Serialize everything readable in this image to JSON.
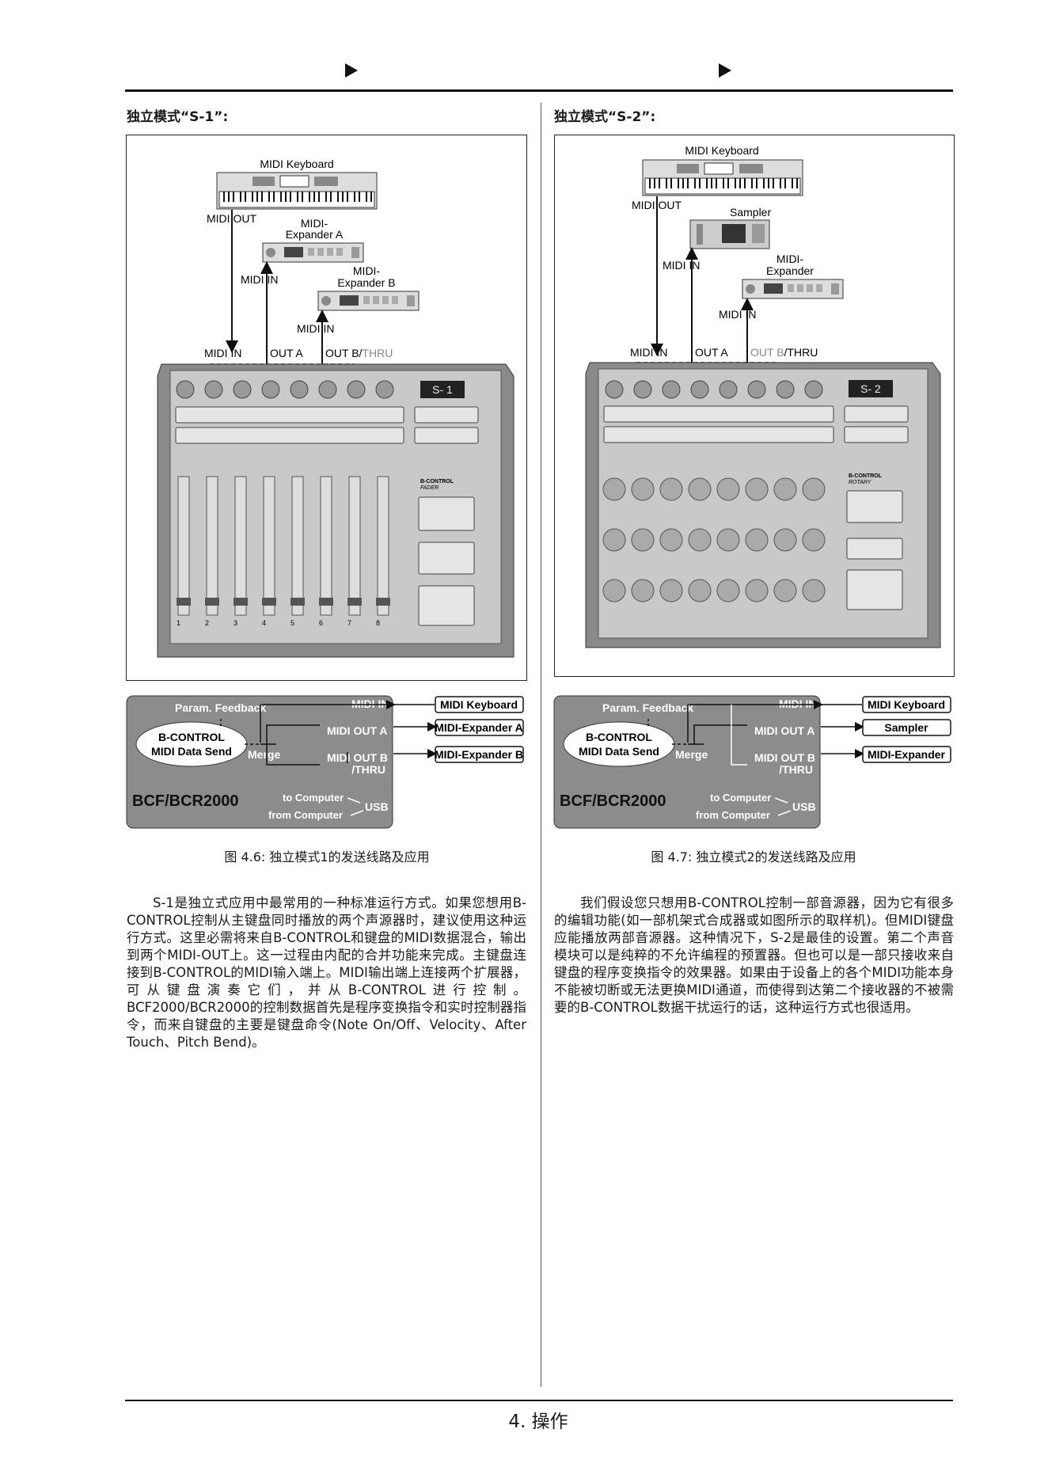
{
  "header": {
    "arrows": [
      "play-arrow",
      "play-arrow"
    ]
  },
  "left": {
    "section_title": "独立模式“S-1”:",
    "diagram": {
      "keyboard_label": "MIDI Keyboard",
      "midi_out_label": "MIDI OUT",
      "expander_a_label_1": "MIDI-",
      "expander_a_label_2": "Expander A",
      "midi_in_a_label": "MIDI IN",
      "expander_b_label_1": "MIDI-",
      "expander_b_label_2": "Expander B",
      "midi_in_b_label": "MIDI IN",
      "port_midi_in": "MIDI IN",
      "port_out_a": "OUT A",
      "port_out_b": "OUT B/",
      "port_thru": "THRU",
      "display": "S- 1",
      "model": "B-CONTROL",
      "submodel": "FADER",
      "fader_numbers": [
        "1",
        "2",
        "3",
        "4",
        "5",
        "6",
        "7",
        "8"
      ]
    },
    "routing": {
      "param_feedback": "Param. Feedback",
      "midi_in": "MIDI IN",
      "midi_out_a": "MIDI OUT A",
      "midi_out_b_1": "MIDI OUT B",
      "midi_out_b_2": "/THRU",
      "ellipse_1": "B-CONTROL",
      "ellipse_2": "MIDI Data Send",
      "merge": "Merge",
      "device": "BCF/BCR2000",
      "to_computer": "to Computer",
      "from_computer": "from Computer",
      "usb": "USB",
      "box_in": "MIDI Keyboard",
      "box_a": "MIDI-Expander A",
      "box_b": "MIDI-Expander B"
    },
    "caption": "图 4.6: 独立模式1的发送线路及应用",
    "paragraph": "S-1是独立式应用中最常用的一种标准运行方式。如果您想用B-CONTROL控制从主键盘同时播放的两个声源器时，建议使用这种运行方式。这里必需将来自B-CONTROL和键盘的MIDI数据混合，输出到两个MIDI-OUT上。这一过程由内配的合并功能来完成。主键盘连接到B-CONTROL的MIDI输入端上。MIDI输出端上连接两个扩展器，可从键盘演奏它们，并从B-CONTROL进行控制。BCF2000/BCR2000的控制数据首先是程序变换指令和实时控制器指令，而来自键盘的主要是键盘命令(Note On/Off、Velocity、After Touch、Pitch Bend)。"
  },
  "right": {
    "section_title": "独立模式“S-2”:",
    "diagram": {
      "keyboard_label": "MIDI Keyboard",
      "midi_out_label": "MIDI OUT",
      "sampler_label": "Sampler",
      "midi_in_s_label": "MIDI IN",
      "expander_label_1": "MIDI-",
      "expander_label_2": "Expander",
      "midi_in_e_label": "MIDI IN",
      "port_midi_in": "MIDI IN",
      "port_out_a": "OUT A",
      "port_out_b": "OUT B",
      "port_thru": "/THRU",
      "display": "S- 2",
      "model": "B-CONTROL",
      "submodel": "ROTARY"
    },
    "routing": {
      "param_feedback": "Param. Feedback",
      "midi_in": "MIDI IN",
      "midi_out_a": "MIDI OUT A",
      "midi_out_b_1": "MIDI OUT B",
      "midi_out_b_2": "/THRU",
      "ellipse_1": "B-CONTROL",
      "ellipse_2": "MIDI Data Send",
      "merge": "Merge",
      "device": "BCF/BCR2000",
      "to_computer": "to Computer",
      "from_computer": "from Computer",
      "usb": "USB",
      "box_in": "MIDI Keyboard",
      "box_a": "Sampler",
      "box_b": "MIDI-Expander"
    },
    "caption": "图 4.7: 独立模式2的发送线路及应用",
    "paragraph": "我们假设您只想用B-CONTROL控制一部音源器，因为它有很多的编辑功能(如一部机架式合成器或如图所示的取样机)。但MIDI键盘应能播放两部音源器。这种情况下，S-2是最佳的设置。第二个声音模块可以是纯粹的不允许编程的预置器。但也可以是一部只接收来自键盘的程序变换指令的效果器。如果由于设备上的各个MIDI功能本身不能被切断或无法更换MIDI通道，而使得到达第二个接收器的不被需要的B-CONTROL数据干扰运行的话，这种运行方式也很适用。"
  },
  "footer": {
    "page_title": "4. 操作"
  }
}
